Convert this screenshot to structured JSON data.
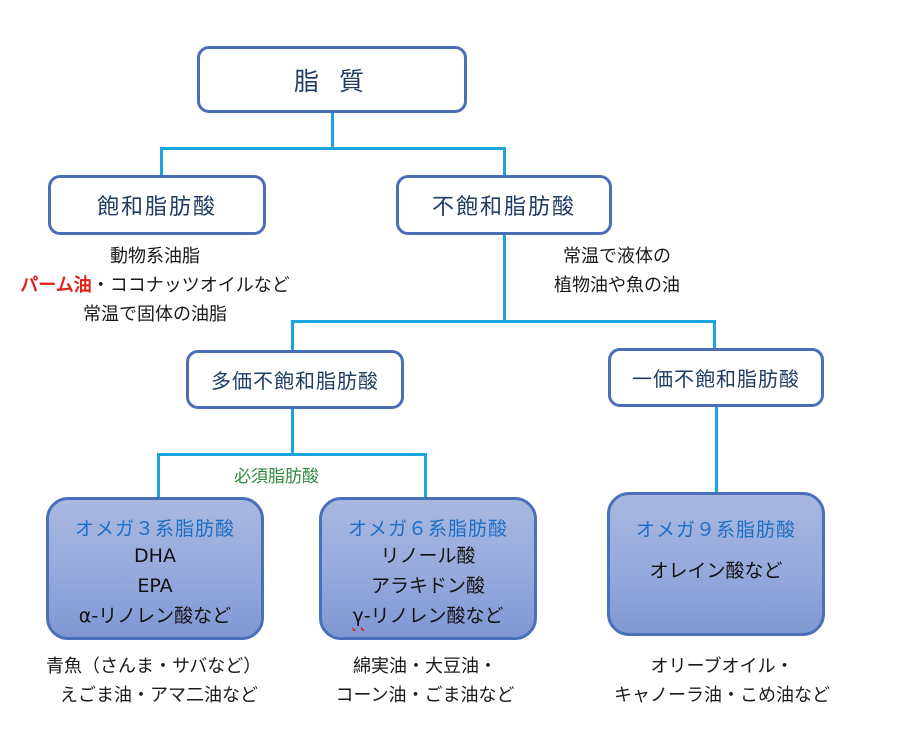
{
  "root": {
    "label": "脂 質"
  },
  "saturated": {
    "label": "飽和脂肪酸",
    "note_line1": "動物系油脂",
    "note_line2_highlight": "パーム油",
    "note_line2_rest": "・ココナッツオイルなど",
    "note_line3": "常温で固体の油脂",
    "highlight_color": "#e0201b"
  },
  "unsaturated": {
    "label": "不飽和脂肪酸",
    "note_line1": "常温で液体の",
    "note_line2": "植物油や魚の油"
  },
  "polyunsaturated": {
    "label": "多価不飽和脂肪酸"
  },
  "monounsaturated": {
    "label": "一価不飽和脂肪酸"
  },
  "essential_label": "必須脂肪酸",
  "omega3": {
    "title": "オメガ３系脂肪酸",
    "items": [
      "DHA",
      "EPA",
      "α-リノレン酸など"
    ],
    "sources": [
      "青魚（さんま・サバなど）",
      "えごま油・アマ二油など"
    ]
  },
  "omega6": {
    "title": "オメガ６系脂肪酸",
    "items": [
      "リノール酸",
      "アラキドン酸",
      "γ-リノレン酸など"
    ],
    "items_prefix_squiggle": "γ",
    "items_last_rest": "-リノレン酸など",
    "sources": [
      "綿実油・大豆油・",
      "コーン油・ごま油など"
    ]
  },
  "omega9": {
    "title": "オメガ９系脂肪酸",
    "items": [
      "オレイン酸など"
    ],
    "sources": [
      "オリーブオイル・",
      "キャノーラ油・こめ油など"
    ]
  },
  "colors": {
    "connector": "#1aa6dc",
    "box_border": "#4a6fb8",
    "box_text": "#1f3d63",
    "omega_title": "#1c6fc4",
    "essential_text": "#2e8b3e"
  }
}
